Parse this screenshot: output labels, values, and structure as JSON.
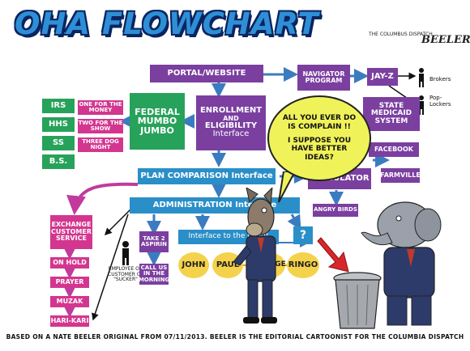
{
  "title": "OHA FLOWCHART",
  "signature": {
    "outlet": "THE COLUMBUS DISPATCH",
    "artist": "BEELER"
  },
  "top_row": {
    "portal": "PORTAL/WEBSITE",
    "navigator": "NAVIGATOR PROGRAM",
    "jayz": "JAY-Z",
    "brokers": "Brokers",
    "pop_lockers": "Pop-Lockers"
  },
  "left_agencies": [
    "IRS",
    "HHS",
    "SS",
    "B.S."
  ],
  "pink_notes": [
    "ONE FOR THE MONEY",
    "TWO FOR THE SHOW",
    "THREE DOG NIGHT"
  ],
  "federal": "FEDERAL MUMBO JUMBO",
  "enrollment": {
    "line1": "ENROLLMENT",
    "line2": "AND",
    "line3": "ELIGIBILITY",
    "line4": "Interface"
  },
  "state_medicaid": "STATE MEDICAID SYSTEM",
  "facebook": "FACEBOOK",
  "farmville": "FARMVILLE",
  "calculator": "CALCULATOR",
  "angry_birds": "ANGRY BIRDS",
  "plan_comparison": "PLAN COMPARISON Interface",
  "administration": "ADMINISTRATION Interface",
  "exchange": "EXCHANGE CUSTOMER SERVICE",
  "on_hold": "ON HOLD",
  "prayer": "PRAYER",
  "muzak": "MUZAK",
  "hari_kari": "HARI-KARI",
  "take2": "TAKE 2 ASPIRIN",
  "call_us": "CALL US IN THE MORNING",
  "employee": "EMPLOYEE OR CUSTOMER OF \"SUCKER\"",
  "interface_hand": "Interface to the hand!",
  "question": "?",
  "beatles": [
    "JOHN",
    "PAUL",
    "GEORGE",
    "RINGO"
  ],
  "speech": {
    "line1": "ALL YOU EVER DO IS COMPLAIN !!",
    "line2": "I SUPPOSE YOU HAVE BETTER IDEAS?"
  },
  "credit": "BASED ON A NATE BEELER ORIGINAL FROM 07/11/2013. BEELER IS THE EDITORIAL CARTOONIST FOR THE COLUMBIA DISPATCH",
  "colors": {
    "green": "#27a25a",
    "purple": "#7b3fa0",
    "blue": "#2a8fc9",
    "pink": "#d3368f",
    "yellow": "#f0f25a"
  }
}
